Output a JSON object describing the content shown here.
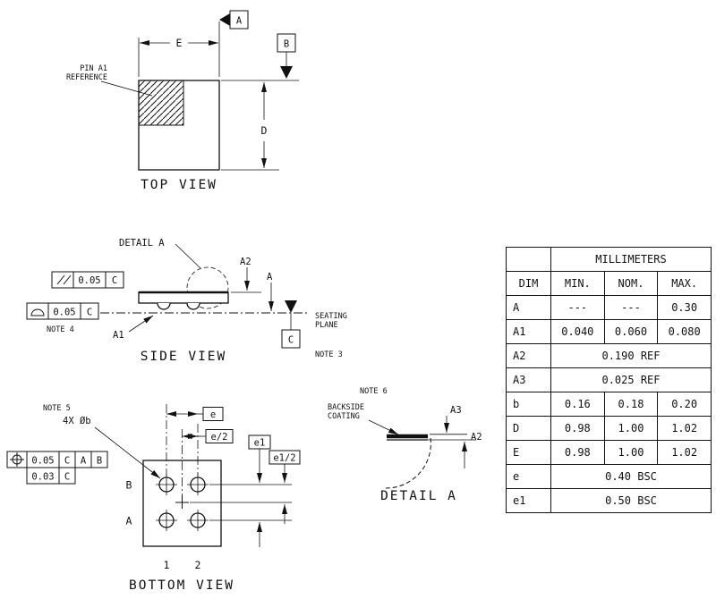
{
  "top_view": {
    "title": "TOP VIEW",
    "pin_ref_line1": "PIN A1",
    "pin_ref_line2": "REFERENCE",
    "dim_e_label": "E",
    "dim_d_label": "D",
    "datum_a": "A",
    "datum_b": "B"
  },
  "side_view": {
    "title": "SIDE VIEW",
    "detail_callout": "DETAIL A",
    "dim_a2_label": "A2",
    "dim_a_label": "A",
    "dim_a1_label": "A1",
    "note_3": "NOTE 3",
    "note_4": "NOTE 4",
    "seating_line1": "SEATING",
    "seating_line2": "PLANE",
    "datum_c": "C",
    "fcf_parallelism": {
      "tolerance": "0.05",
      "datum": "C"
    },
    "fcf_profile": {
      "tolerance": "0.05",
      "datum": "C"
    }
  },
  "bottom_view": {
    "title": "BOTTOM VIEW",
    "note_5": "NOTE 5",
    "ball_callout": "4X Øb",
    "dim_e_label": "e",
    "dim_e_half_label": "e/2",
    "dim_e1_label": "e1",
    "dim_e1_half_label": "e1/2",
    "row_label_b": "B",
    "row_label_a": "A",
    "col_label_1": "1",
    "col_label_2": "2",
    "fcf_position": {
      "tolerance_1": "0.05",
      "datum_1a": "C",
      "datum_1b": "A",
      "datum_1c": "B",
      "tolerance_2": "0.03",
      "datum_2": "C"
    }
  },
  "detail_a": {
    "title": "DETAIL A",
    "note_6": "NOTE 6",
    "coating_line1": "BACKSIDE",
    "coating_line2": "COATING",
    "dim_a3_label": "A3",
    "dim_a2_label": "A2"
  },
  "icons": {
    "datum_flag": "filled-triangle",
    "parallelism": "double-slash",
    "profile_of_surface": "dome-shape",
    "position": "circle-with-cross",
    "pin_a1_area": "diagonal-hatch"
  },
  "table": {
    "units_header": "MILLIMETERS",
    "headers": {
      "dim": "DIM",
      "min": "MIN.",
      "nom": "NOM.",
      "max": "MAX."
    },
    "rows": [
      {
        "dim": "A",
        "min": "---",
        "nom": "---",
        "max": "0.30"
      },
      {
        "dim": "A1",
        "min": "0.040",
        "nom": "0.060",
        "max": "0.080"
      },
      {
        "dim": "A2",
        "span": "0.190 REF"
      },
      {
        "dim": "A3",
        "span": "0.025 REF"
      },
      {
        "dim": "b",
        "min": "0.16",
        "nom": "0.18",
        "max": "0.20"
      },
      {
        "dim": "D",
        "min": "0.98",
        "nom": "1.00",
        "max": "1.02"
      },
      {
        "dim": "E",
        "min": "0.98",
        "nom": "1.00",
        "max": "1.02"
      },
      {
        "dim": "e",
        "span": "0.40 BSC"
      },
      {
        "dim": "e1",
        "span": "0.50 BSC"
      }
    ]
  }
}
